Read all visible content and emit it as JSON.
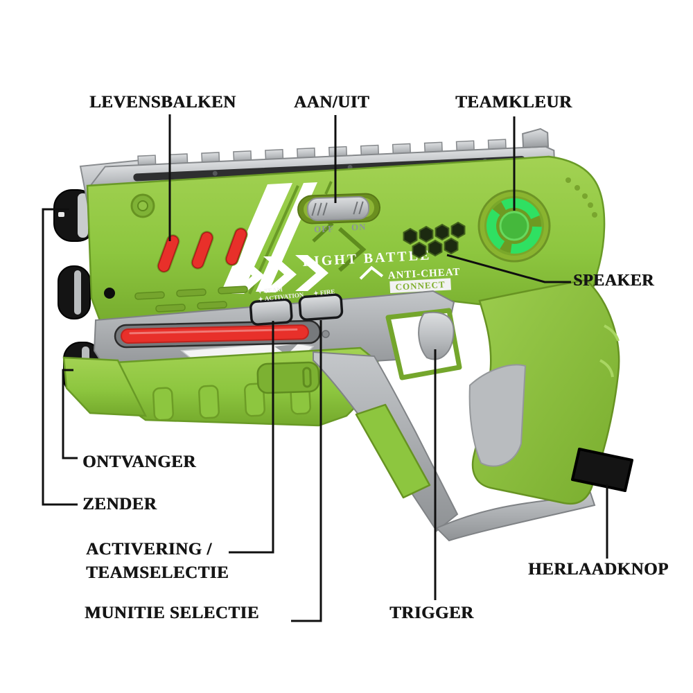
{
  "labels": {
    "levensbalken": "LEVENSBALKEN",
    "aan_uit": "AAN/UIT",
    "teamkleur": "TEAMKLEUR",
    "speaker": "SPEAKER",
    "ontvanger": "ONTVANGER",
    "zender": "ZENDER",
    "activering_line1": "ACTIVERING /",
    "activering_line2": "TEAMSELECTIE",
    "munitie": "MUNITIE SELECTIE",
    "trigger": "TRIGGER",
    "herlaadknop": "HERLAADKNOP"
  },
  "gun_markings": {
    "brand": "LIGHT BATTLE",
    "anti_cheat": "ANTI-CHEAT",
    "connect": "CONNECT",
    "switch_off": "OFF",
    "switch_on": "ON",
    "button1_line1": "✦ TEAM",
    "button1_line2": "✦ ACTIVATION",
    "button2_label": "✦ FIRE"
  },
  "colors": {
    "body_green": "#8dc63f",
    "body_green_dark": "#6d9d26",
    "accent_red": "#e8302a",
    "silver": "#bfc3c6",
    "team_button_ring": "#2fe062",
    "team_button_center": "#45b83c",
    "lens_black": "#141414",
    "label_black": "#151515"
  }
}
